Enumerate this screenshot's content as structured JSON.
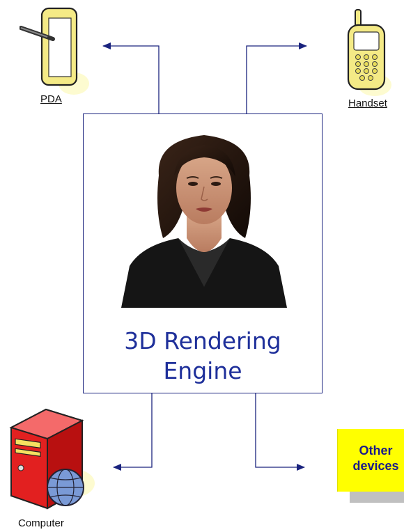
{
  "engine": {
    "label_line1": "3D Rendering",
    "label_line2": "Engine"
  },
  "devices": {
    "pda": {
      "label": "PDA",
      "icon": "pda-icon"
    },
    "handset": {
      "label": "Handset",
      "icon": "mobile-phone-icon"
    },
    "computer": {
      "label": "Computer",
      "icon": "server-globe-icon"
    },
    "other": {
      "label_line1": "Other",
      "label_line2": "devices",
      "color": "#ffff00"
    }
  },
  "colors": {
    "connector": "#1a237e",
    "engine_text": "#1e2f9a",
    "other_text": "#1a1a8a"
  }
}
